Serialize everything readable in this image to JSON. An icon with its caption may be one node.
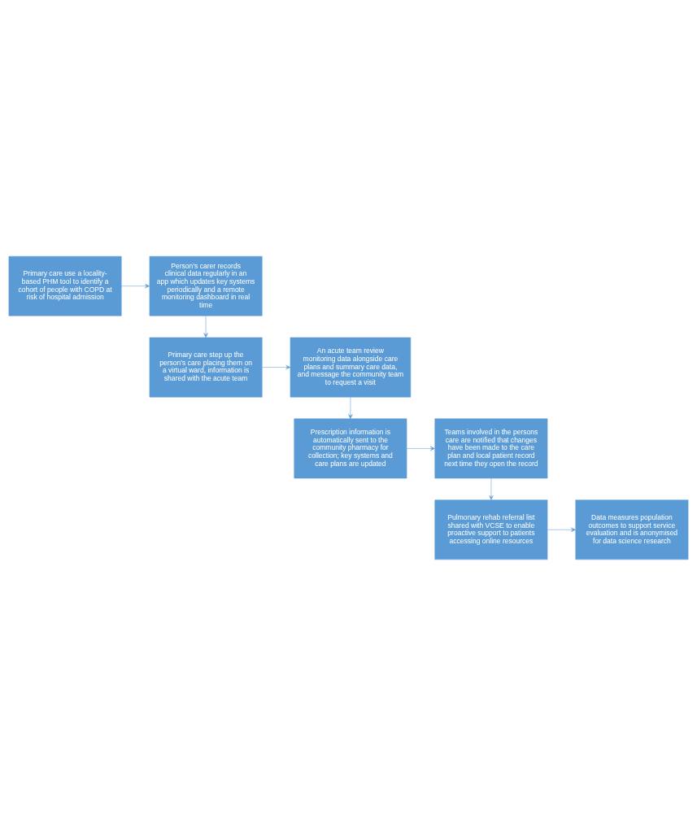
{
  "diagram": {
    "nodes": [
      {
        "text": [
          "Primary care use a locality-based PHM tool to identify a cohort of people with COPD at risk of hospital admission"
        ]
      },
      {
        "text": [
          "Person’s carer records clinical data regularly in an app which updates key systems periodically and a remote monitoring dashboard in real time"
        ]
      },
      {
        "text": [
          "Primary care step up the person’s care placing them on a virtual ward, information is shared with the acute team"
        ]
      },
      {
        "text": [
          "An acute team review monitoring data alongside care plans and summary care data, and message the community team to request a visit"
        ]
      },
      {
        "text": [
          "Prescription information is automatically sent to the community pharmacy for collection; key systems and care plans are updated"
        ]
      },
      {
        "text": [
          "Teams involved in the persons care are notified that changes have been made to the care plan and local patient record next time they open the record"
        ]
      },
      {
        "text": [
          "Pulmonary rehab referral list shared with VCSE to enable proactive support to patients accessing online resources"
        ]
      },
      {
        "text": [
          "Data measures population outcomes to support service evaluation and is anonymised for data science research"
        ]
      }
    ],
    "edges": [
      {
        "from": 0,
        "to": 1,
        "arrow": "to"
      },
      {
        "from": 1,
        "to": 2,
        "arrow": "to"
      },
      {
        "from": 2,
        "to": 3,
        "arrow": "to"
      },
      {
        "from": 3,
        "to": 4,
        "arrow": "to"
      },
      {
        "from": 4,
        "to": 5,
        "arrow": "to"
      },
      {
        "from": 5,
        "to": 6,
        "arrow": "to"
      },
      {
        "from": 6,
        "to": 7,
        "arrow": "to"
      }
    ]
  }
}
